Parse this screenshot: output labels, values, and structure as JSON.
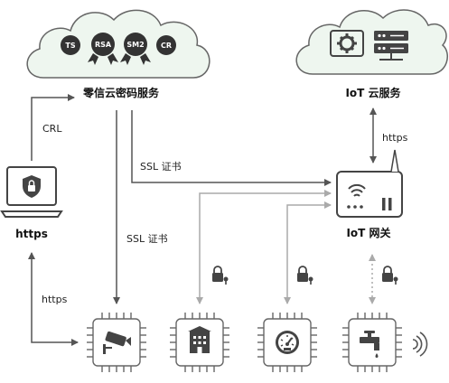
{
  "cloud_left": {
    "title": "零信云密码服务",
    "badges": [
      "TS",
      "RSA",
      "SM2",
      "CR"
    ]
  },
  "cloud_right": {
    "title": "IoT 云服务"
  },
  "laptop": {
    "label": "https"
  },
  "gateway": {
    "label": "IoT 网关"
  },
  "edges": {
    "crl": "CRL",
    "https_left": "https",
    "https_right": "https",
    "ssl_top": "SSL 证书",
    "ssl_mid": "SSL 证书"
  },
  "devices": [
    {
      "icon": "cctv-camera-icon"
    },
    {
      "icon": "building-icon"
    },
    {
      "icon": "gauge-icon"
    },
    {
      "icon": "water-tap-icon"
    }
  ],
  "colors": {
    "cloud_fill": "#eef6ef",
    "cloud_stroke": "#666666",
    "badge": "#333333",
    "arrow_dark": "#555555",
    "arrow_light": "#aaaaaa",
    "lock": "#444444"
  }
}
